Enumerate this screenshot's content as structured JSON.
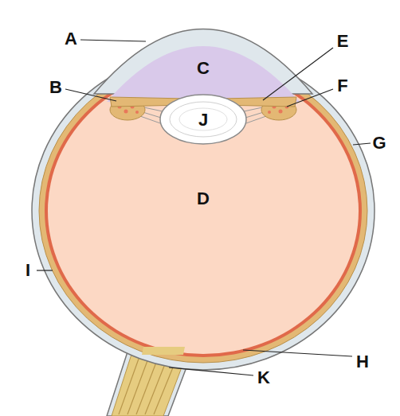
{
  "diagram": {
    "labels": [
      "A",
      "E",
      "C",
      "B",
      "J",
      "F",
      "G",
      "D",
      "I",
      "H",
      "K"
    ]
  }
}
